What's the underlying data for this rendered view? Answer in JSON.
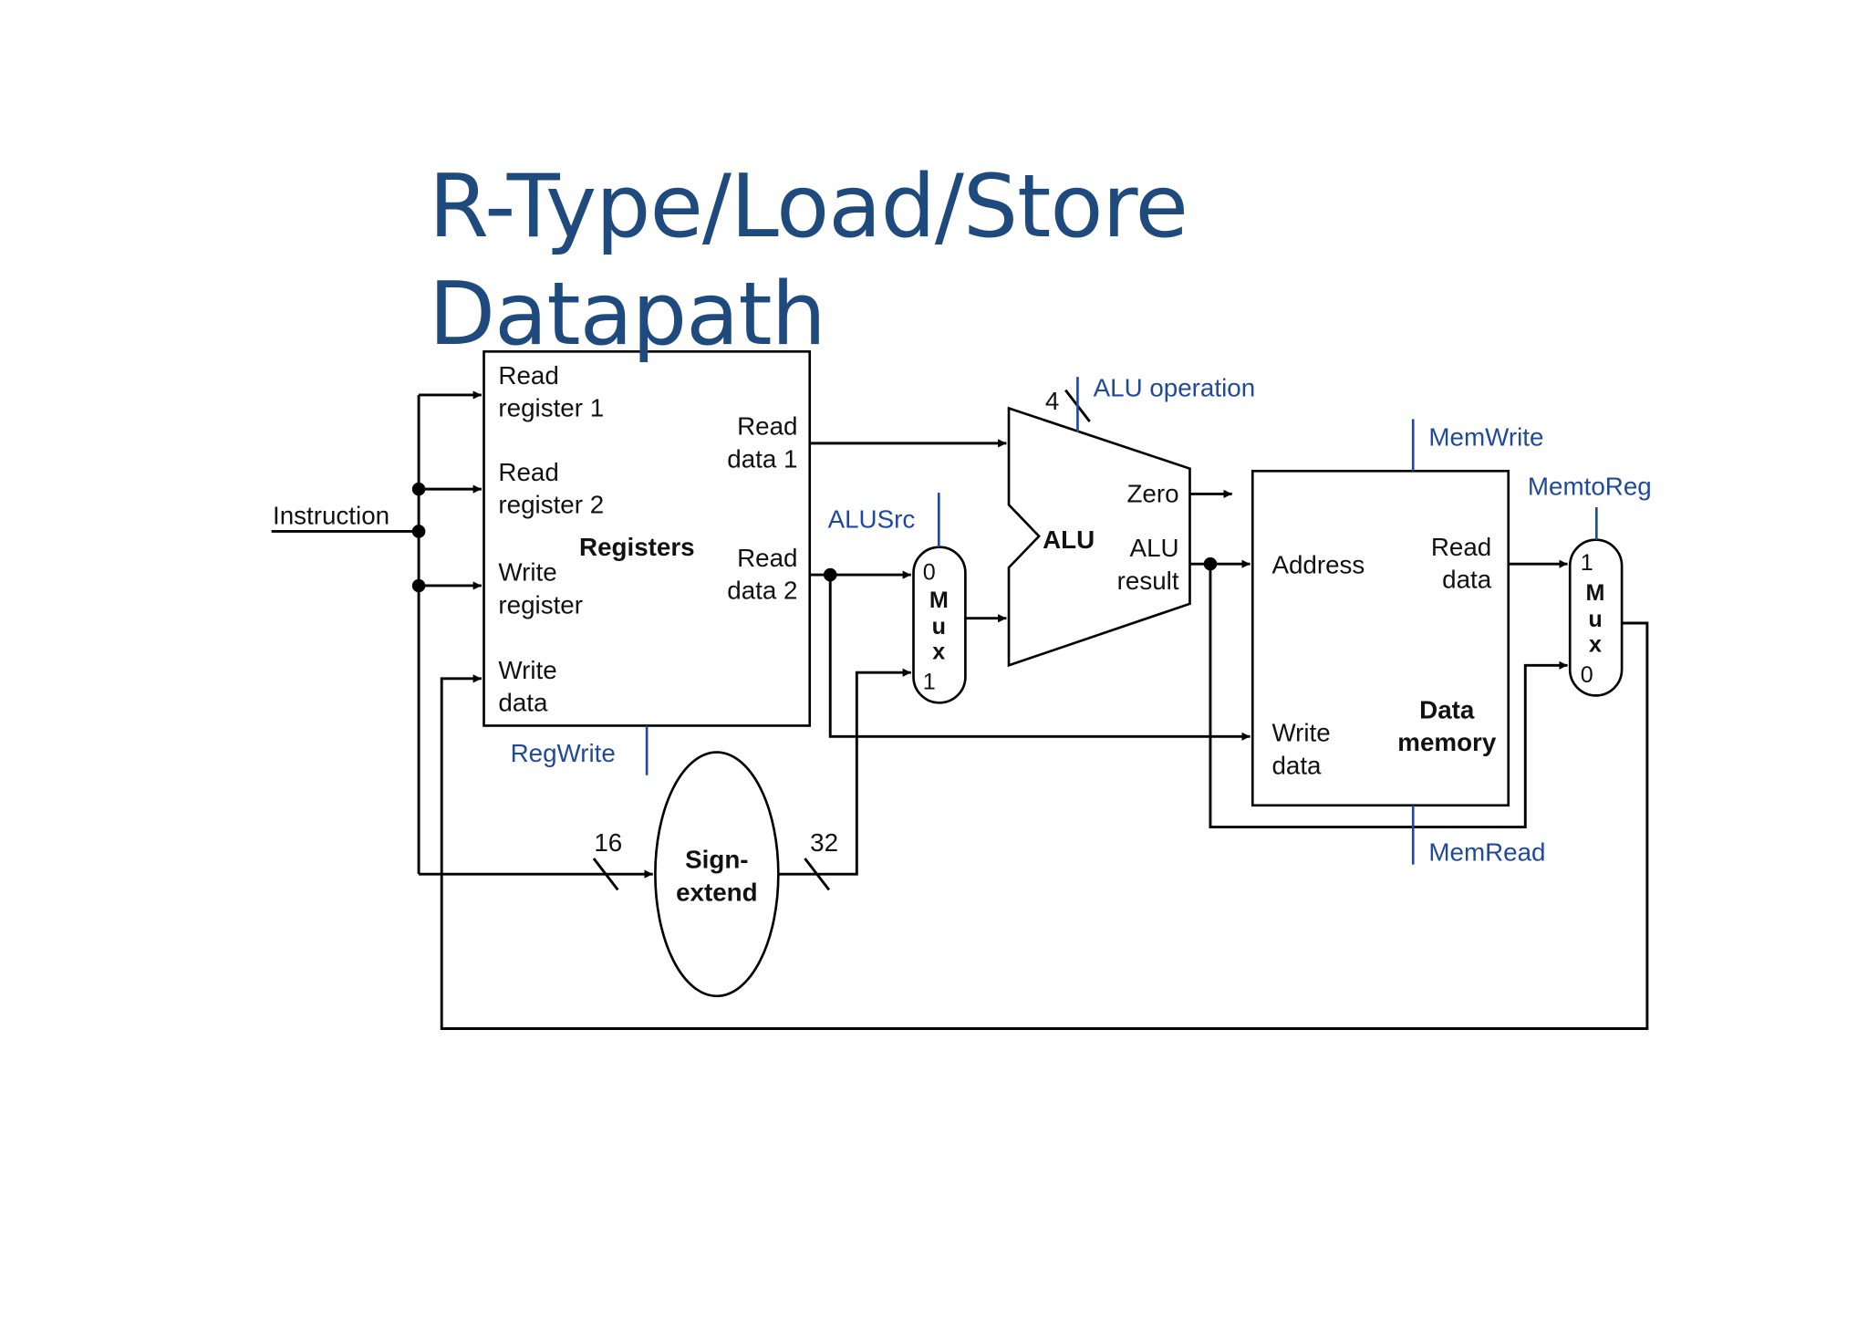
{
  "title": {
    "line1": "R-Type/Load/Store",
    "line2": "Datapath"
  },
  "inputs": {
    "instruction": "Instruction"
  },
  "registers": {
    "name": "Registers",
    "read_register_1": [
      "Read",
      "register 1"
    ],
    "read_register_2": [
      "Read",
      "register 2"
    ],
    "write_register": [
      "Write",
      "register"
    ],
    "write_data": [
      "Write",
      "data"
    ],
    "read_data_1": [
      "Read",
      "data 1"
    ],
    "read_data_2": [
      "Read",
      "data 2"
    ]
  },
  "sign_extend": {
    "name": [
      "Sign-",
      "extend"
    ],
    "in_width": "16",
    "out_width": "32"
  },
  "alu": {
    "name": "ALU",
    "zero": "Zero",
    "result": [
      "ALU",
      "result"
    ],
    "op_width": "4"
  },
  "alusrc_mux": {
    "letters": [
      "M",
      "u",
      "x"
    ],
    "input_0": "0",
    "input_1": "1"
  },
  "data_memory": {
    "name": [
      "Data",
      "memory"
    ],
    "address": "Address",
    "read_data": [
      "Read",
      "data"
    ],
    "write_data": [
      "Write",
      "data"
    ]
  },
  "memtoreg_mux": {
    "letters": [
      "M",
      "u",
      "x"
    ],
    "input_1": "1",
    "input_0": "0"
  },
  "control_signals": {
    "regwrite": "RegWrite",
    "alusrc": "ALUSrc",
    "alu_operation": "ALU operation",
    "memwrite": "MemWrite",
    "memtoreg": "MemtoReg",
    "memread": "MemRead"
  },
  "colors": {
    "title": "#1f4a7d",
    "control": "#1f4a9c",
    "wire": "#000000"
  }
}
